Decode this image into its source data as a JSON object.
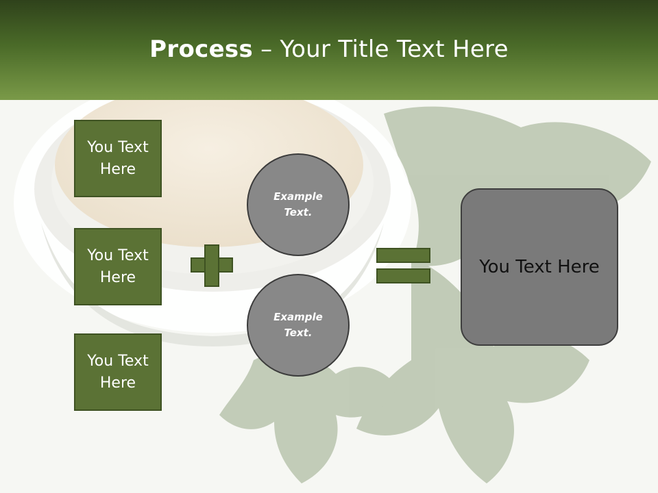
{
  "slide": {
    "title_bold": "Process",
    "title_dash": " – ",
    "title_rest": "Your Title Text Here"
  },
  "left_boxes": [
    {
      "line1": "You Text",
      "line2": "Here"
    },
    {
      "line1": "You Text",
      "line2": "Here"
    },
    {
      "line1": "You Text",
      "line2": "Here"
    }
  ],
  "circles": [
    {
      "line1": "Example",
      "line2": "Text."
    },
    {
      "line1": "Example",
      "line2": "Text."
    }
  ],
  "result": {
    "label": "You Text Here"
  },
  "colors": {
    "header_dark": "#2f421b",
    "header_light": "#7a9a48",
    "box_green": "#5b7235",
    "circle_gray": "#888888",
    "result_gray": "#7a7a7a"
  },
  "icons": {
    "operator_1": "plus-icon",
    "operator_2": "equals-icon"
  }
}
